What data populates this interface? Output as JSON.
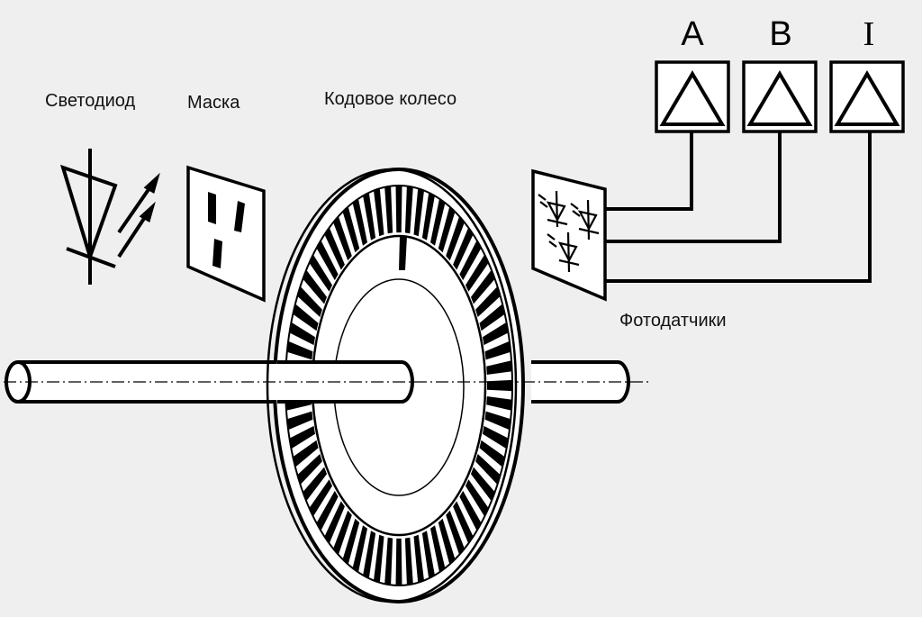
{
  "labels": {
    "led": "Светодиод",
    "mask": "Маска",
    "wheel": "Кодовое колесо",
    "sensors": "Фотодатчики"
  },
  "channels": [
    "A",
    "B",
    "I"
  ],
  "wheel": {
    "slot_count": 64
  },
  "colors": {
    "background": "#efefef",
    "ink": "#000000"
  }
}
